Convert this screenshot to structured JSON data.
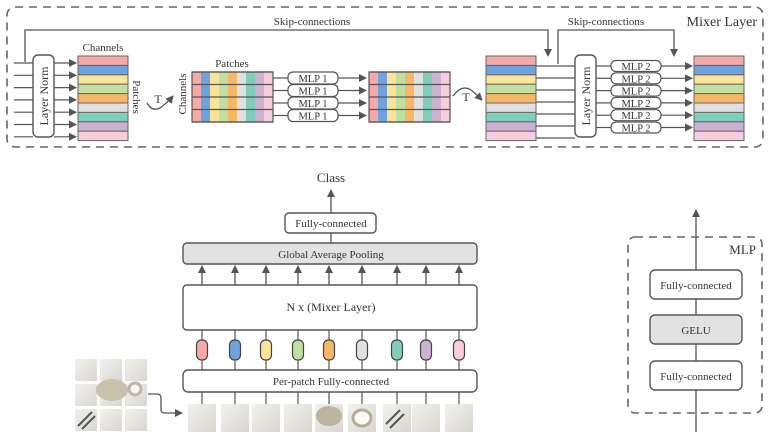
{
  "colors": {
    "stroke": "#555555",
    "gray_box": "#e2e2e2",
    "patch_palette": [
      "#f5aaa7",
      "#6fa3dd",
      "#fbe39a",
      "#bfe0a0",
      "#f7b766",
      "#e0e0e0",
      "#7fcdbb",
      "#cdb2cf",
      "#f6cddc"
    ]
  },
  "mixer_layer": {
    "title": "Mixer Layer",
    "skip_label_1": "Skip-connections",
    "skip_label_2": "Skip-connections",
    "layer_norm_1": "Layer Norm",
    "layer_norm_2": "Layer Norm",
    "channels_label": "Channels",
    "patches_label_vertical": "Patches",
    "transpose_1": "T",
    "patches_label": "Patches",
    "channels_label_vertical": "Channels",
    "transpose_2": "T",
    "mlp1_blocks": [
      "MLP 1",
      "MLP 1",
      "MLP 1",
      "MLP 1"
    ],
    "mlp2_blocks": [
      "MLP 2",
      "MLP 2",
      "MLP 2",
      "MLP 2",
      "MLP 2",
      "MLP 2"
    ]
  },
  "main": {
    "class_label": "Class",
    "fc_head": "Fully-connected",
    "gap": "Global Average Pooling",
    "mixer_stack": "N x (Mixer Layer)",
    "per_patch_fc": "Per-patch Fully-connected"
  },
  "mlp_detail": {
    "title": "MLP",
    "fc_top": "Fully-connected",
    "activation": "GELU",
    "fc_bottom": "Fully-connected"
  }
}
